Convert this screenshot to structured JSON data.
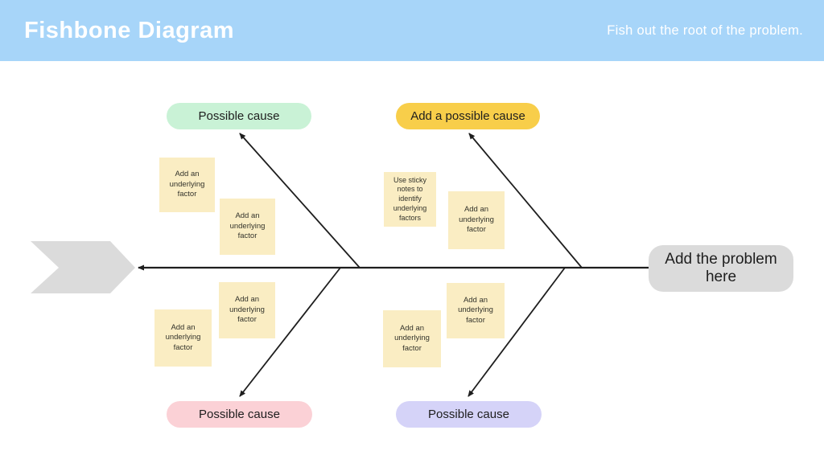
{
  "header": {
    "title": "Fishbone Diagram",
    "tagline": "Fish out the root of the problem.",
    "background": "#A7D5F9",
    "text_color": "#FFFFFF"
  },
  "diagram": {
    "line_color": "#1E1E1E",
    "tail_color": "#DBDBDB",
    "problem_box": {
      "label": "Add the problem here",
      "background": "#DBDBDB"
    },
    "pills": [
      {
        "label": "Possible cause",
        "position": "top-left",
        "background": "#C9F2D6"
      },
      {
        "label": "Add a possible cause",
        "position": "top-right",
        "background": "#F8CE4A"
      },
      {
        "label": "Possible cause",
        "position": "bottom-left",
        "background": "#FBD1D6"
      },
      {
        "label": "Possible cause",
        "position": "bottom-right",
        "background": "#D5D3F8"
      }
    ],
    "sticky_note_color": "#FAEDC3",
    "sticky_notes": [
      {
        "text": "Add an underlying factor",
        "quadrant": "top-left"
      },
      {
        "text": "Add an underlying factor",
        "quadrant": "top-left"
      },
      {
        "text": "Use sticky notes to identify underlying factors",
        "quadrant": "top-right"
      },
      {
        "text": "Add an underlying factor",
        "quadrant": "top-right"
      },
      {
        "text": "Add an underlying factor",
        "quadrant": "bottom-left"
      },
      {
        "text": "Add an underlying factor",
        "quadrant": "bottom-left"
      },
      {
        "text": "Add an underlying factor",
        "quadrant": "bottom-right"
      },
      {
        "text": "Add an underlying factor",
        "quadrant": "bottom-right"
      }
    ]
  }
}
